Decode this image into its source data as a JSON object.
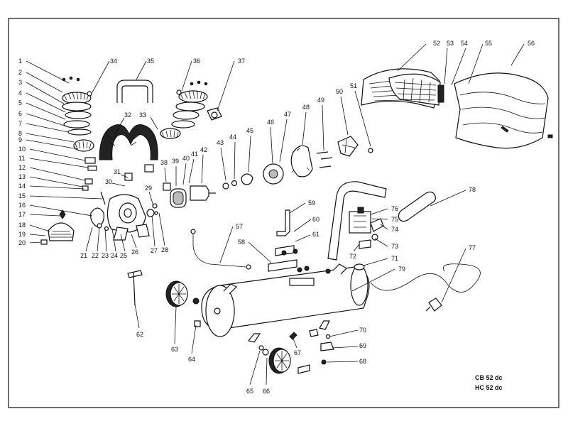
{
  "diagram": {
    "models": [
      "CB 52 dc",
      "HC 52 dc"
    ],
    "part_numbers": [
      "1",
      "2",
      "3",
      "4",
      "5",
      "6",
      "7",
      "8",
      "9",
      "10",
      "11",
      "12",
      "13",
      "14",
      "15",
      "16",
      "17",
      "18",
      "19",
      "20",
      "21",
      "22",
      "23",
      "24",
      "25",
      "26",
      "27",
      "28",
      "29",
      "30",
      "31",
      "32",
      "33",
      "34",
      "35",
      "36",
      "37",
      "38",
      "39",
      "40",
      "41",
      "42",
      "43",
      "44",
      "45",
      "46",
      "47",
      "48",
      "49",
      "50",
      "51",
      "52",
      "53",
      "54",
      "55",
      "56",
      "57",
      "58",
      "59",
      "60",
      "61",
      "62",
      "63",
      "64",
      "65",
      "66",
      "67",
      "68",
      "69",
      "70",
      "71",
      "72",
      "73",
      "74",
      "75",
      "76",
      "77",
      "78",
      "79"
    ]
  }
}
